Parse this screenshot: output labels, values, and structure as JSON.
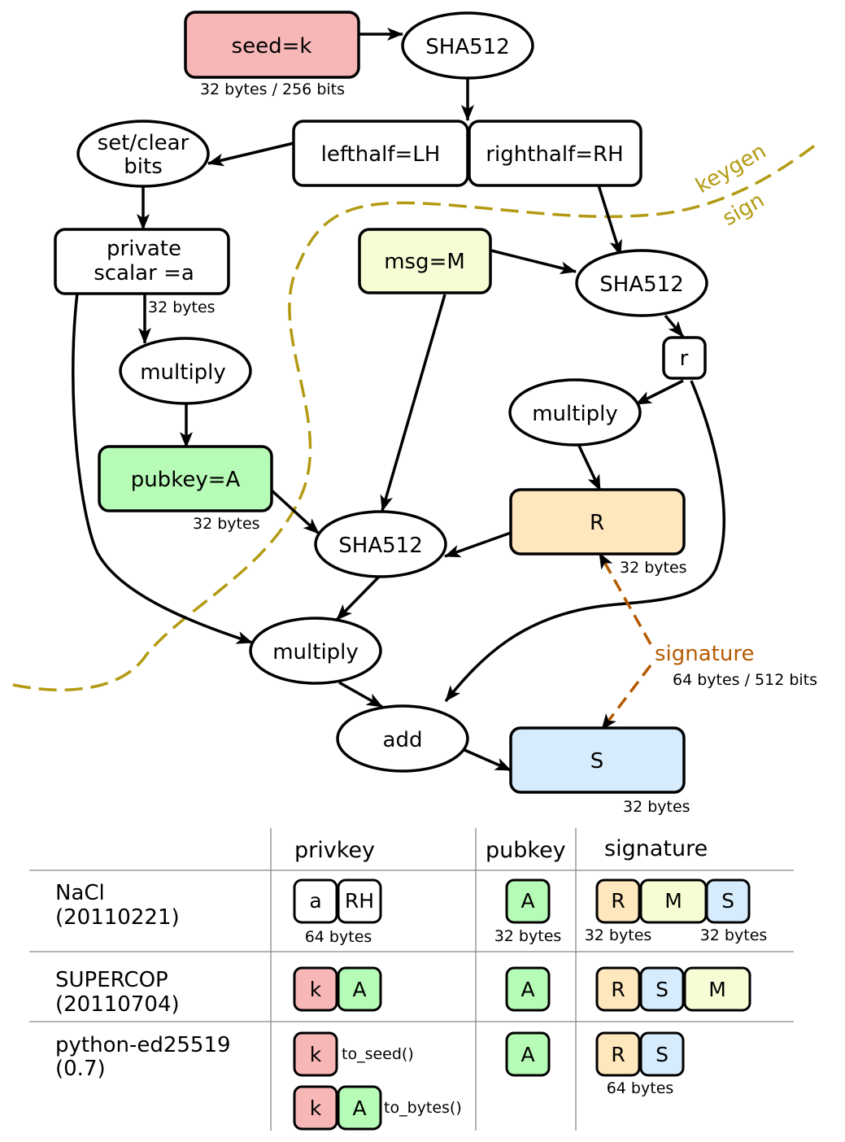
{
  "colors": {
    "seed": "#f8b7b7",
    "msg": "#f8fcd4",
    "pubkey": "#b6fbb6",
    "R": "#fee6bd",
    "S": "#d6ebfb",
    "white": "#ffffff",
    "split_line": "#b39a12",
    "signature_line": "#b55a00"
  },
  "diagram": {
    "seed": "seed=k",
    "seed_size": "32 bytes / 256 bits",
    "sha512_top": "SHA512",
    "lefthalf": "lefthalf=LH",
    "righthalf": "righthalf=RH",
    "setclear_1": "set/clear",
    "setclear_2": "bits",
    "private_1": "private",
    "private_2": "scalar =a",
    "private_size": "32 bytes",
    "multiply_left": "multiply",
    "pubkey": "pubkey=A",
    "pubkey_size": "32 bytes",
    "msg": "msg=M",
    "sha512_right": "SHA512",
    "r": "r",
    "multiply_right": "multiply",
    "R": "R",
    "R_size": "32 bytes",
    "sha512_mid": "SHA512",
    "multiply_bottom": "multiply",
    "add": "add",
    "S": "S",
    "S_size": "32 bytes",
    "signature": "signature",
    "signature_size": "64 bytes / 512 bits",
    "keygen": "keygen",
    "sign": "sign"
  },
  "table": {
    "headers": [
      "privkey",
      "pubkey",
      "signature"
    ],
    "rows": [
      {
        "name_1": "NaCl",
        "name_2": "(20110221)",
        "privkey": [
          "a",
          "RH"
        ],
        "privkey_note": "64 bytes",
        "pubkey": [
          "A"
        ],
        "pubkey_note": "32 bytes",
        "signature": [
          "R",
          "M",
          "S"
        ],
        "sig_note_left": "32 bytes",
        "sig_note_right": "32 bytes"
      },
      {
        "name_1": "SUPERCOP",
        "name_2": "(20110704)",
        "privkey": [
          "k",
          "A"
        ],
        "pubkey": [
          "A"
        ],
        "signature": [
          "R",
          "S",
          "M"
        ]
      },
      {
        "name_1": "python-ed25519",
        "name_2": "(0.7)",
        "privkey_a": [
          "k"
        ],
        "privkey_a_note": "to_seed()",
        "privkey_b": [
          "k",
          "A"
        ],
        "privkey_b_note": "to_bytes()",
        "pubkey": [
          "A"
        ],
        "signature": [
          "R",
          "S"
        ],
        "sig_note": "64 bytes"
      }
    ]
  }
}
